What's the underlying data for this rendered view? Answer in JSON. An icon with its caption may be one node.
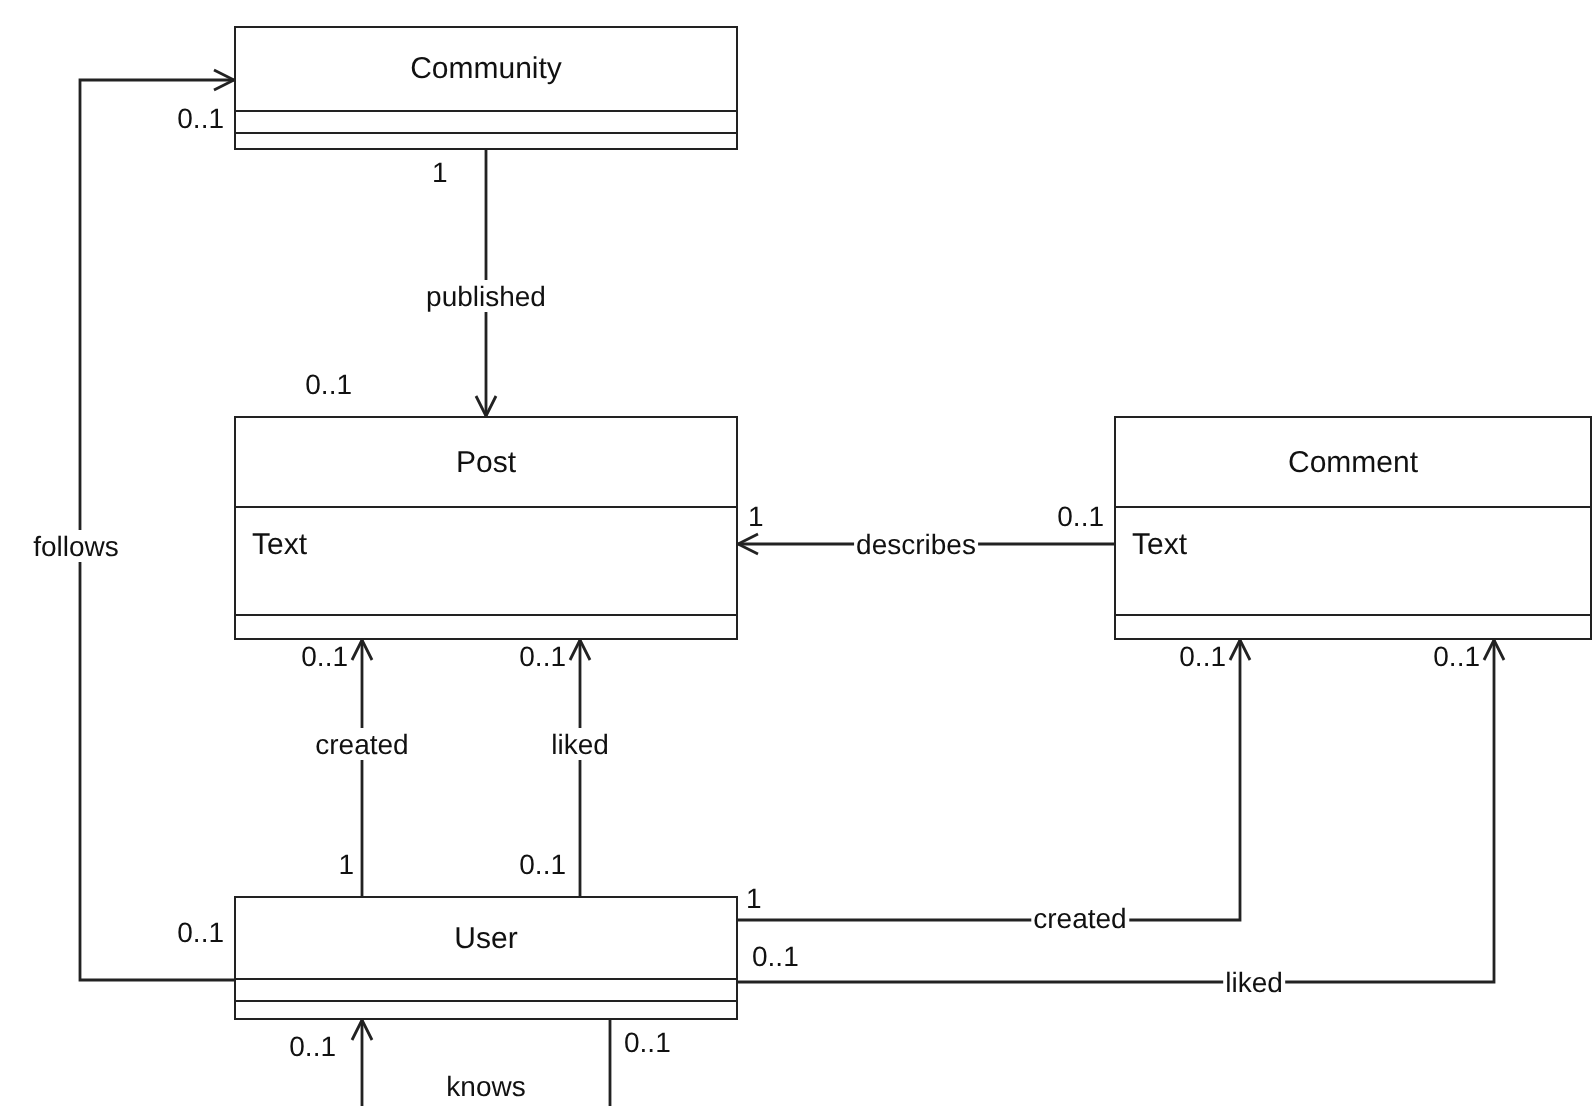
{
  "diagram": {
    "nodes": [
      {
        "text": [
          "Community"
        ]
      },
      {
        "text": [
          "Post",
          "Text"
        ]
      },
      {
        "text": [
          "Comment",
          "Text"
        ]
      },
      {
        "text": [
          "User"
        ]
      }
    ],
    "edges": [
      {
        "from": 0,
        "to": 1,
        "arrow": "to",
        "label": "published"
      },
      {
        "from": 3,
        "to": 0,
        "arrow": "to",
        "label": "follows"
      },
      {
        "from": 2,
        "to": 1,
        "arrow": "to",
        "label": "describes"
      },
      {
        "from": 3,
        "to": 1,
        "arrow": "to",
        "label": "created"
      },
      {
        "from": 3,
        "to": 1,
        "arrow": "to",
        "label": "liked"
      },
      {
        "from": 3,
        "to": 2,
        "arrow": "to",
        "label": "created"
      },
      {
        "from": 3,
        "to": 2,
        "arrow": "to",
        "label": "liked"
      },
      {
        "from": 3,
        "to": 3,
        "arrow": "to",
        "label": "knows"
      }
    ],
    "labels": [
      "0..1",
      "1",
      "0..1",
      "1",
      "0..1",
      "0..1",
      "0..1",
      "0..1",
      "0..1",
      "1",
      "0..1",
      "0..1",
      "1",
      "0..1",
      "0..1",
      "0..1"
    ]
  }
}
